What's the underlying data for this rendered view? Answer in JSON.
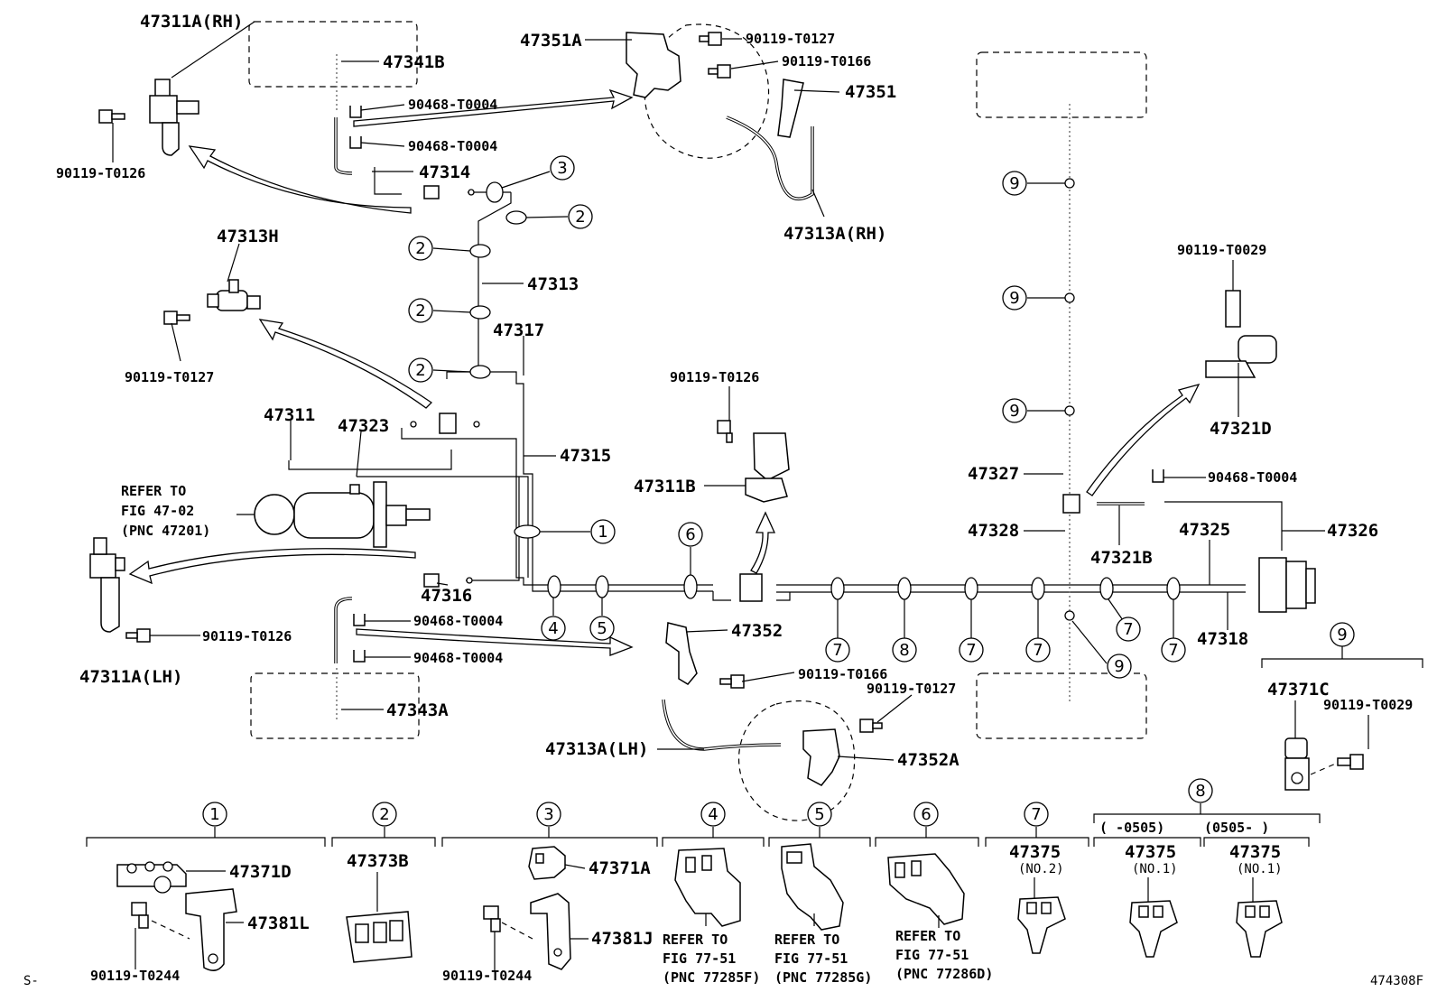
{
  "labels": {
    "p47311A_RH": "47311A(RH)",
    "p47341B": "47341B",
    "p90468_T0004_a": "90468-T0004",
    "p90468_T0004_b": "90468-T0004",
    "p90119_T0126_a": "90119-T0126",
    "p47314": "47314",
    "p47351A": "47351A",
    "p90119_T0127_a": "90119-T0127",
    "p90119_T0166_a": "90119-T0166",
    "p47351": "47351",
    "p47313A_RH": "47313A(RH)",
    "p47313H": "47313H",
    "p90119_T0127_b": "90119-T0127",
    "p47313": "47313",
    "p47317": "47317",
    "p47311": "47311",
    "p47323": "47323",
    "p47315": "47315",
    "refer1_a": "REFER TO",
    "refer1_b": "FIG 47-02",
    "refer1_c": "(PNC 47201)",
    "p90119_T0126_b": "90119-T0126",
    "p47311B": "47311B",
    "p47316": "47316",
    "p90468_T0004_c": "90468-T0004",
    "p90468_T0004_d": "90468-T0004",
    "p90119_T0126_c": "90119-T0126",
    "p47311A_LH": "47311A(LH)",
    "p47343A": "47343A",
    "p47352": "47352",
    "p90119_T0166_b": "90119-T0166",
    "p90119_T0127_c": "90119-T0127",
    "p47313A_LH": "47313A(LH)",
    "p47352A": "47352A",
    "p90119_T0029_a": "90119-T0029",
    "p47321D": "47321D",
    "p90468_T0004_e": "90468-T0004",
    "p47327": "47327",
    "p47328": "47328",
    "p47321B": "47321B",
    "p47325": "47325",
    "p47326": "47326",
    "p47318": "47318",
    "p47371C": "47371C",
    "p90119_T0029_b": "90119-T0029",
    "p47371D": "47371D",
    "p47381L": "47381L",
    "p90119_T0244_a": "90119-T0244",
    "p47373B": "47373B",
    "p47371A": "47371A",
    "p47381J": "47381J",
    "p90119_T0244_b": "90119-T0244",
    "refer4_a": "REFER TO",
    "refer4_b": "FIG 77-51",
    "refer4_c": "(PNC 77285F)",
    "refer5_a": "REFER TO",
    "refer5_b": "FIG 77-51",
    "refer5_c": "(PNC 77285G)",
    "refer6_a": "REFER TO",
    "refer6_b": "FIG 77-51",
    "refer6_c": "(PNC 77286D)",
    "p47375_7": "47375",
    "no2": "(NO.2)",
    "range_a": "(   -0505)",
    "range_b": "(0505-    )",
    "p47375_8a": "47375",
    "no1_a": "(NO.1)",
    "p47375_8b": "47375",
    "no1_b": "(NO.1)",
    "footer_left": "S-",
    "footer_right": "474308F"
  },
  "callouts": {
    "c1": "1",
    "c2": "2",
    "c3": "3",
    "c4": "4",
    "c5": "5",
    "c6": "6",
    "c7": "7",
    "c8": "8",
    "c9": "9"
  }
}
